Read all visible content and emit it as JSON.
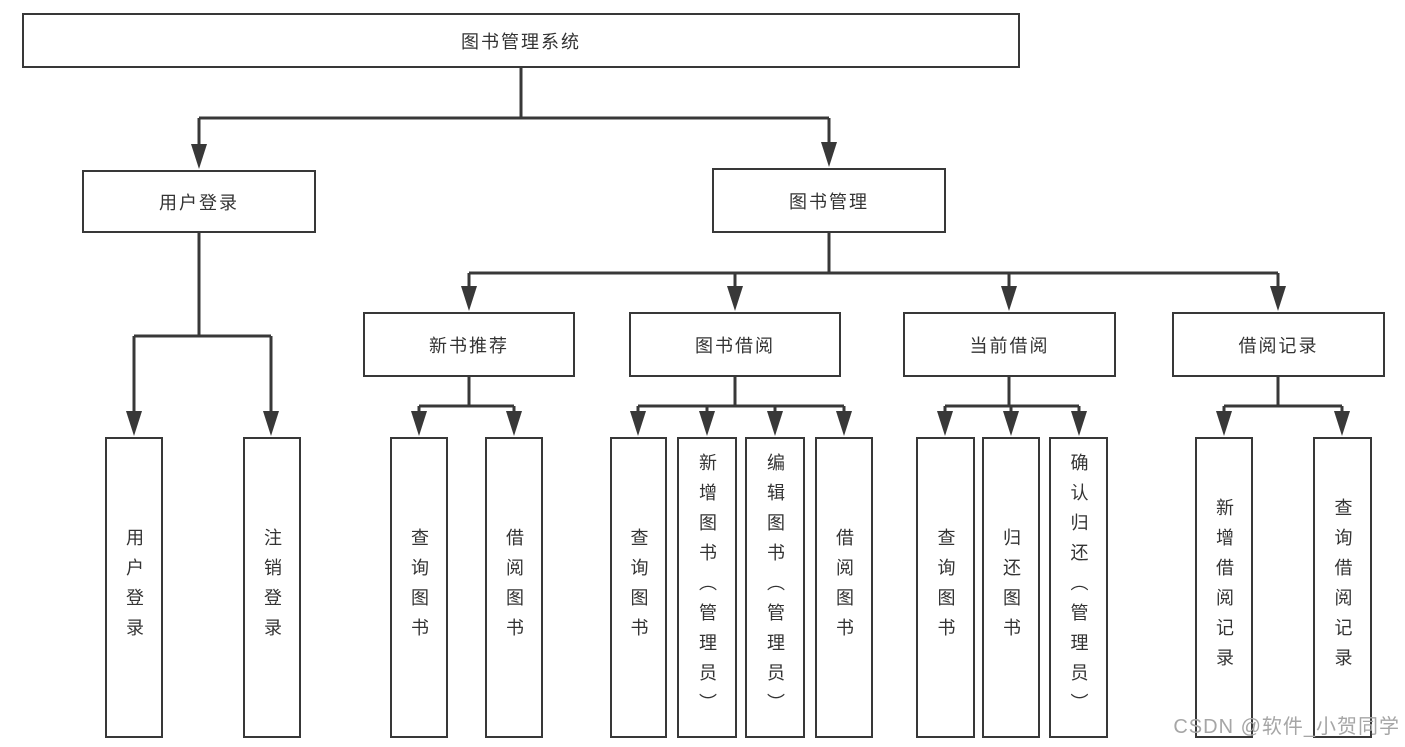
{
  "diagram": {
    "root": {
      "label": "图书管理系统"
    },
    "level2": [
      {
        "label": "用户登录",
        "children": [
          {
            "label": "用户登录"
          },
          {
            "label": "注销登录"
          }
        ]
      },
      {
        "label": "图书管理",
        "children": [
          {
            "label": "新书推荐",
            "children": [
              {
                "label": "查询图书"
              },
              {
                "label": "借阅图书"
              }
            ]
          },
          {
            "label": "图书借阅",
            "children": [
              {
                "label": "查询图书"
              },
              {
                "label": "新增图书（管理员）"
              },
              {
                "label": "编辑图书（管理员）"
              },
              {
                "label": "借阅图书"
              }
            ]
          },
          {
            "label": "当前借阅",
            "children": [
              {
                "label": "查询图书"
              },
              {
                "label": "归还图书"
              },
              {
                "label": "确认归还（管理员）"
              }
            ]
          },
          {
            "label": "借阅记录",
            "children": [
              {
                "label": "新增借阅记录"
              },
              {
                "label": "查询借阅记录"
              }
            ]
          }
        ]
      }
    ]
  },
  "watermark": {
    "text": "CSDN @软件_小贺同学"
  },
  "colors": {
    "line": "#383838",
    "text": "#333333",
    "box_fill": "#ffffff",
    "watermark": "#a6a6a6",
    "background": "#ffffff"
  }
}
